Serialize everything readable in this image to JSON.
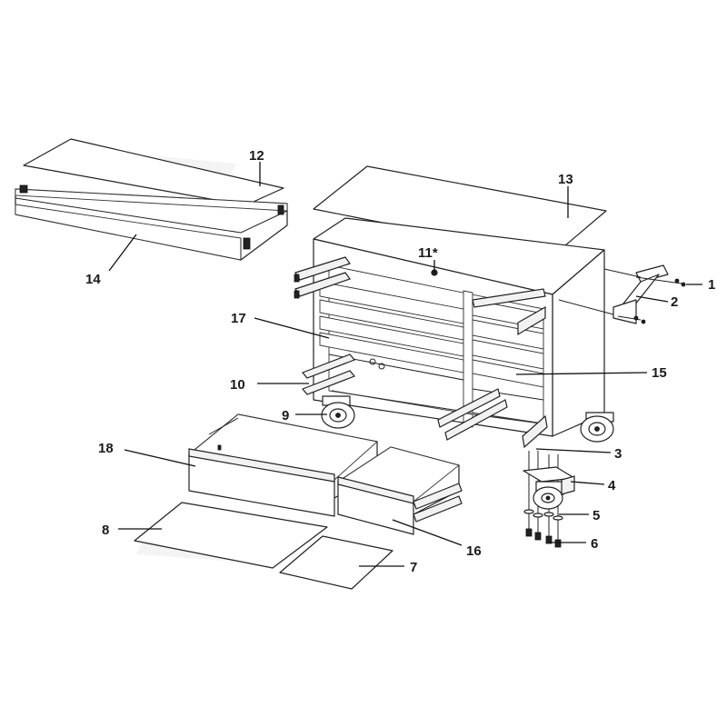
{
  "callouts": {
    "c1": "1",
    "c2": "2",
    "c3": "3",
    "c4": "4",
    "c5": "5",
    "c6": "6",
    "c7": "7",
    "c8": "8",
    "c9": "9",
    "c10": "10",
    "c11": "11*",
    "c12": "12",
    "c13": "13",
    "c14": "14",
    "c15": "15",
    "c16": "16",
    "c17": "17",
    "c18": "18"
  }
}
